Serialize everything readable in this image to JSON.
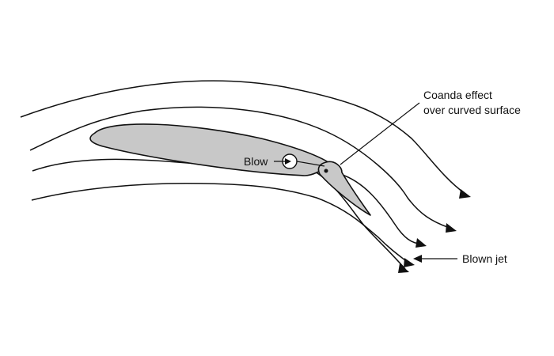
{
  "labels": {
    "coanda_line1": "Coanda effect",
    "coanda_line2": "over curved surface",
    "blow": "Blow",
    "blown_jet": "Blown jet"
  },
  "colors": {
    "airfoil_fill": "#c8c8c8",
    "stroke": "#111111",
    "background": "#ffffff"
  }
}
